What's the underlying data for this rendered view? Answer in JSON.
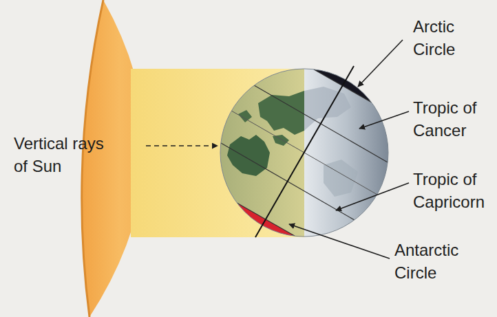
{
  "diagram": {
    "labels": [
      "Arctic Circle",
      "Tropic of Cancer",
      "Vertical rays of Sun",
      "Tropic of Capricorn",
      "Antarctic Circle"
    ]
  }
}
